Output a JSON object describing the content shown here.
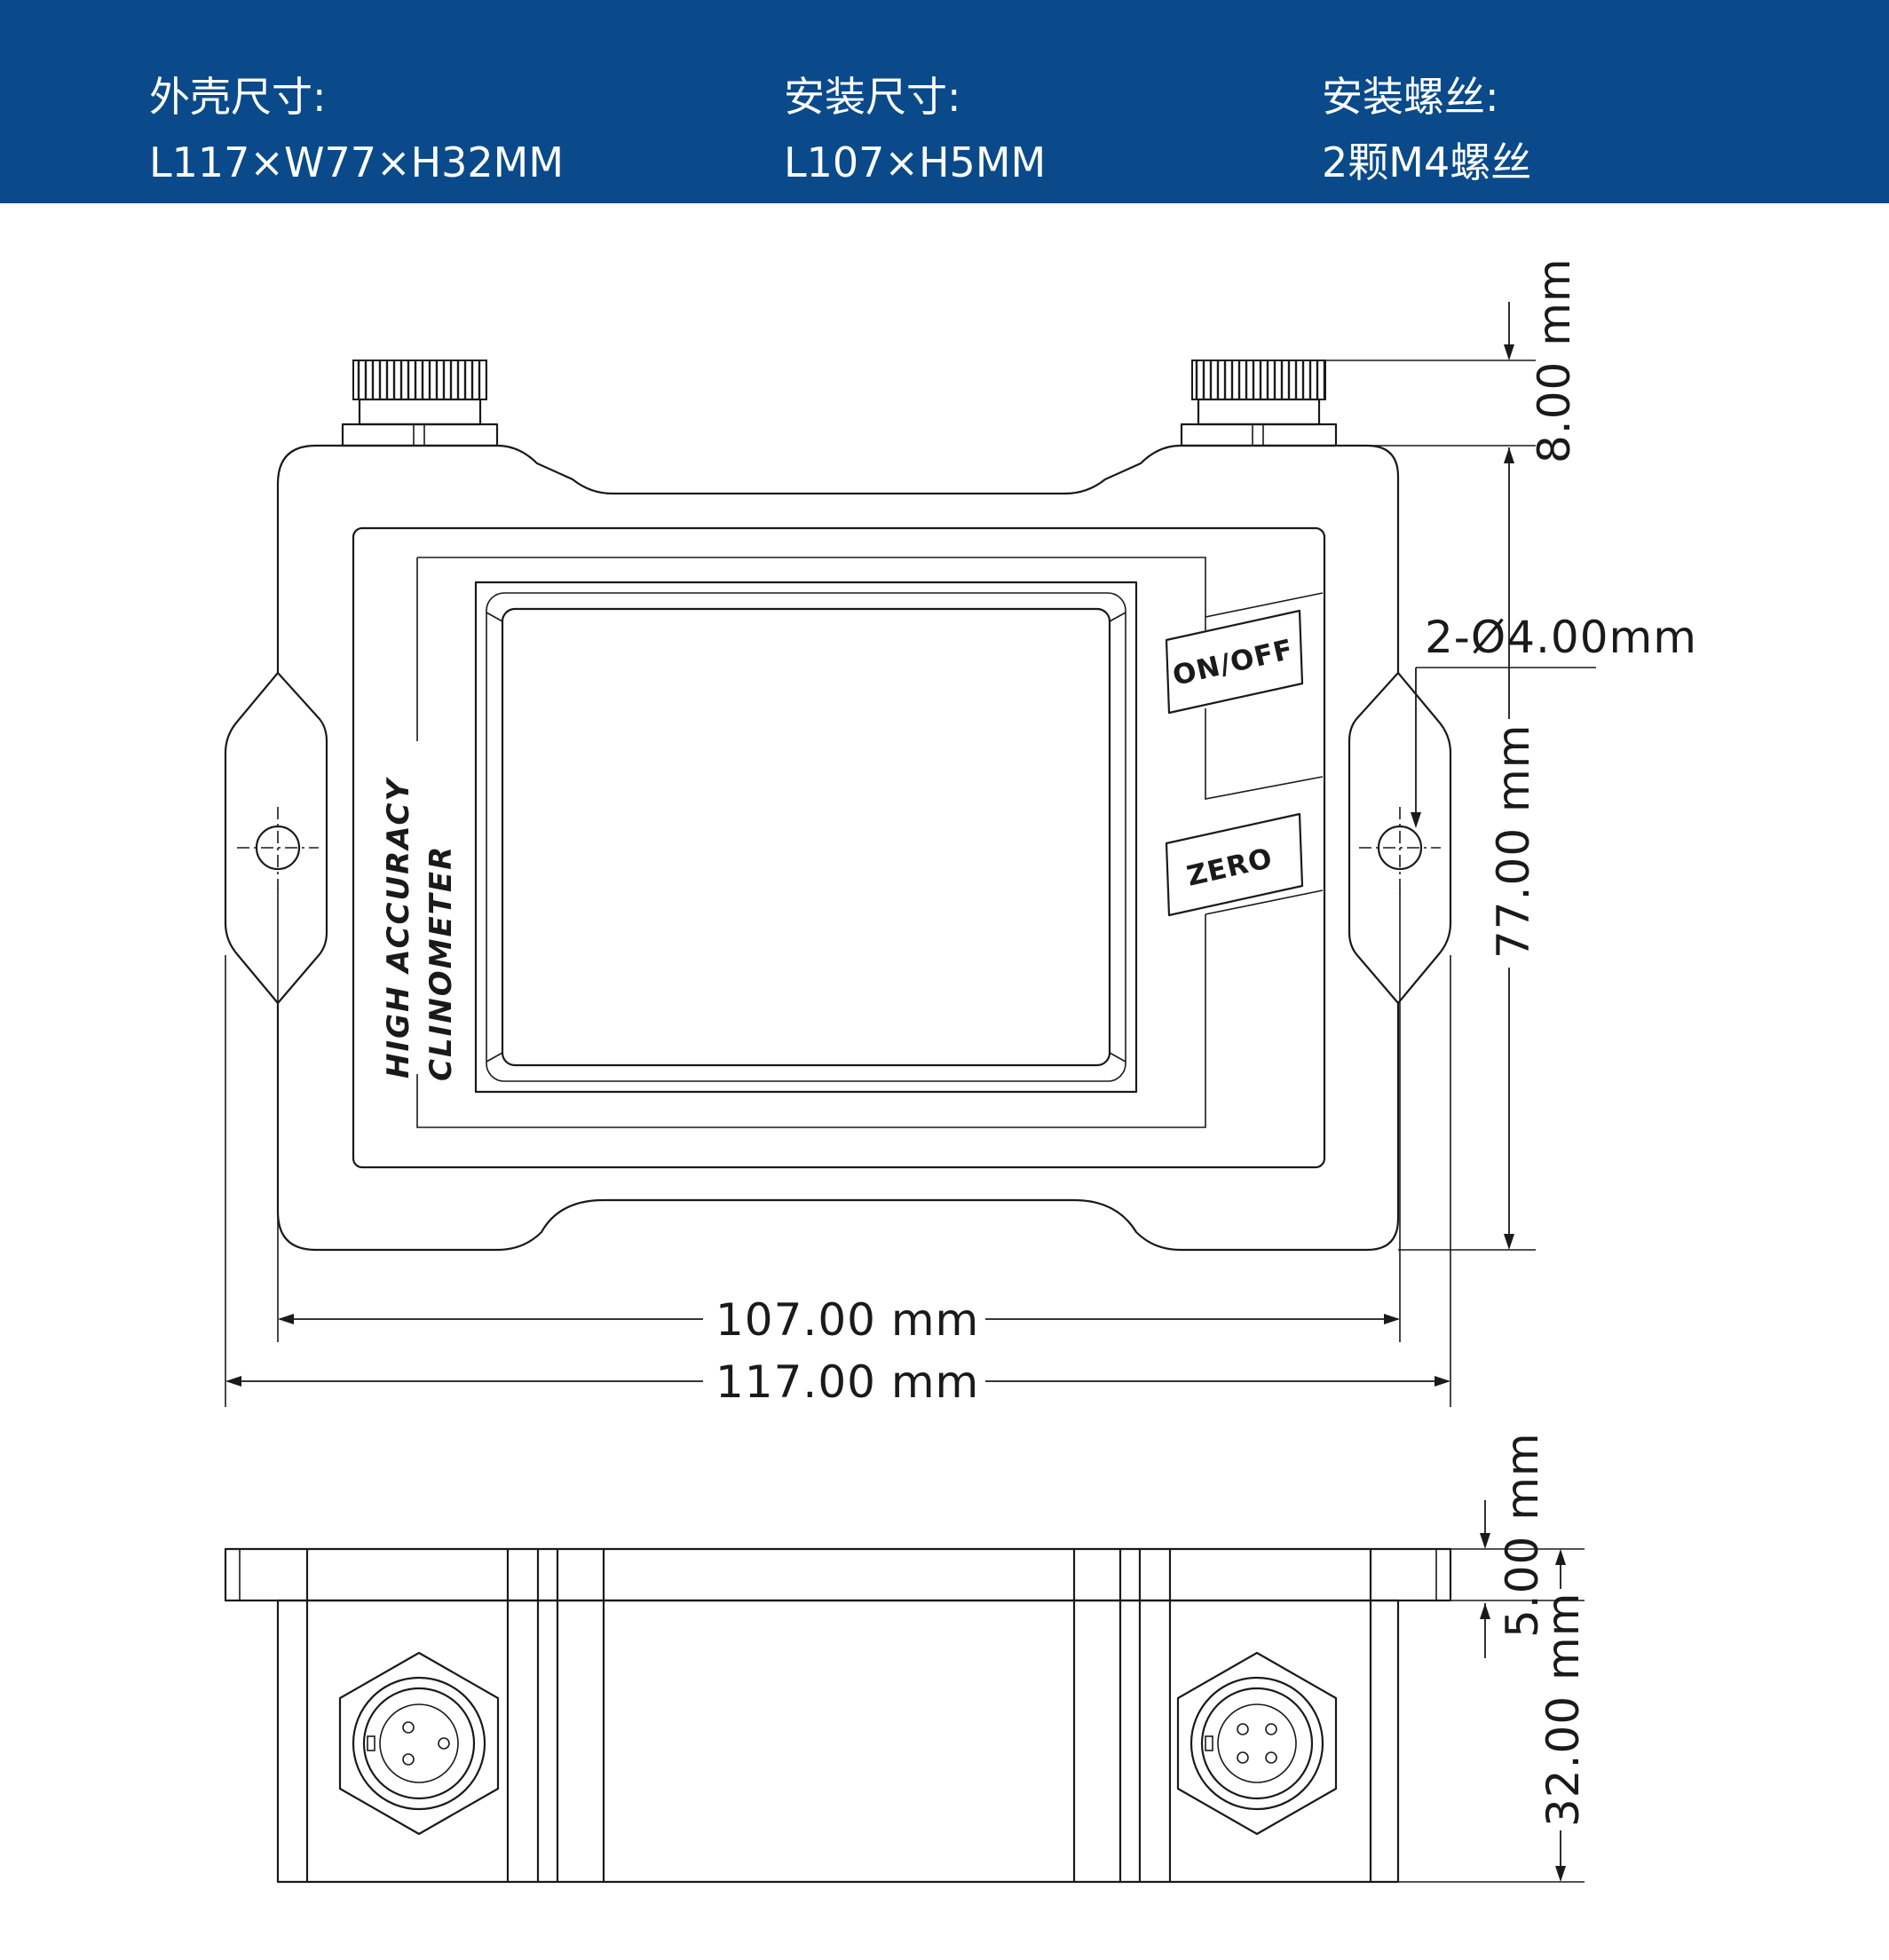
{
  "header": {
    "background": "#0a4a8a",
    "specs": [
      {
        "label": "外壳尺寸:",
        "value": "L117×W77×H32MM"
      },
      {
        "label": "安装尺寸:",
        "value": "L107×H5MM"
      },
      {
        "label": "安装螺丝:",
        "value": "2颗M4螺丝"
      }
    ]
  },
  "device": {
    "brand_line1": "HIGH ACCURACY",
    "brand_line2": "CLINOMETER",
    "button_onoff": "ON/OFF",
    "button_zero": "ZERO"
  },
  "dimensions": {
    "connector_height": "8.00 mm",
    "hole_diameter": "2-Ø4.00mm",
    "height": "77.00 mm",
    "hole_spacing": "107.00 mm",
    "length": "117.00 mm",
    "flange_thickness": "5.00 mm",
    "depth": "32.00 mm"
  }
}
